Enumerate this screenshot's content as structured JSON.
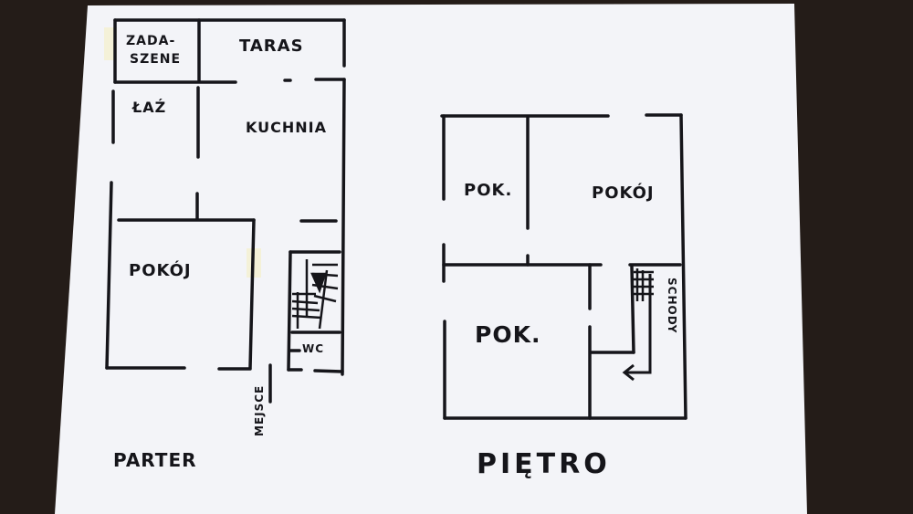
{
  "ground_floor": {
    "caption": "PARTER",
    "rooms": {
      "zadaszenie_line1": "ZADA-",
      "zadaszenie_line2": "SZENE",
      "taras": "TARAS",
      "lazienka": "ŁAŹ",
      "kuchnia": "KUCHNIA",
      "pokoj": "POKÓJ",
      "wc": "WC",
      "miejsce": "MEJSCE"
    }
  },
  "upper_floor": {
    "caption": "PIĘTRO",
    "rooms": {
      "pok_top_left": "POK.",
      "pokoj_top_right": "POKÓJ",
      "pok_bottom": "POK.",
      "schody": "SCHODY"
    }
  },
  "colors": {
    "background": "#241c18",
    "paper": "#f3f4f8",
    "ink": "#15151a",
    "tape": "#f4f0cf"
  }
}
